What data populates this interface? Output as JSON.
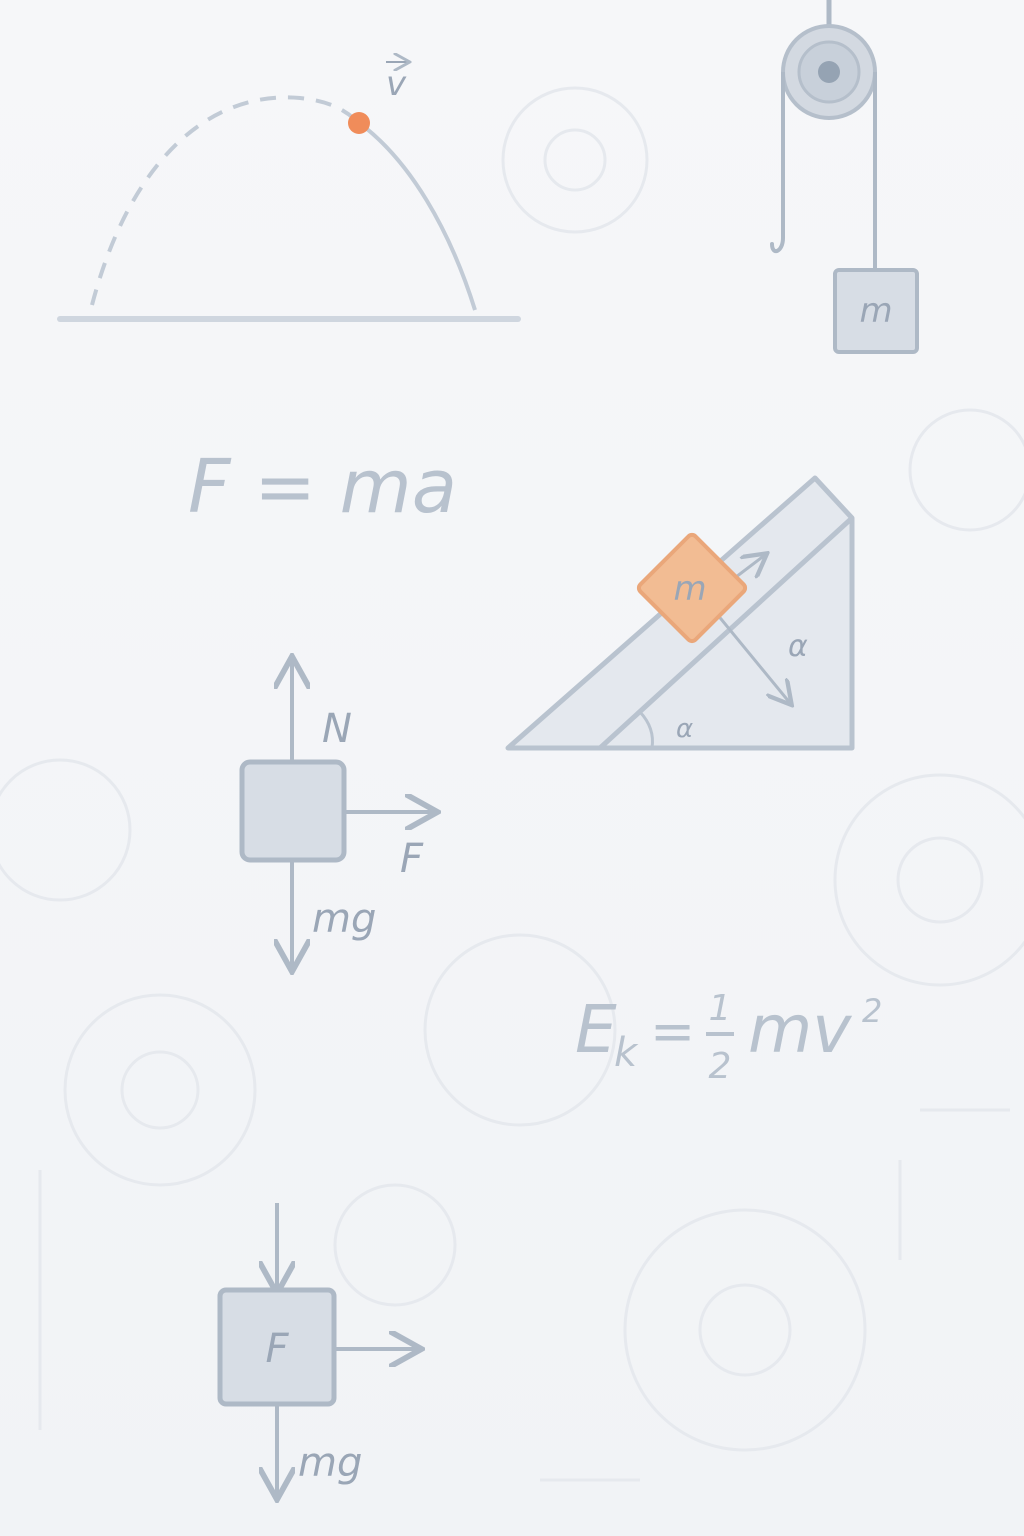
{
  "colors": {
    "line": "#aeb9c6",
    "fill": "#d7dde5",
    "fill_light": "#e4e8ee",
    "accent": "#f08c5a",
    "accent_fill": "#f2bc93",
    "text": "#9aa6b6",
    "background_gear": "#e8ebef"
  },
  "projectile": {
    "velocity_label": "v"
  },
  "pulley": {
    "mass_label": "m"
  },
  "equations": {
    "newton": "F = ma",
    "kinetic": {
      "lhs": "E",
      "sub": "k",
      "eq": "=",
      "num": "1",
      "den": "2",
      "rhs": "mv",
      "sup": "2"
    }
  },
  "incline": {
    "mass_label": "m",
    "angle_label_1": "α",
    "angle_label_2": "α"
  },
  "free_body_1": {
    "normal_label": "N",
    "force_label": "F",
    "weight_label": "mg"
  },
  "free_body_2": {
    "block_label": "F",
    "weight_label": "mg"
  }
}
